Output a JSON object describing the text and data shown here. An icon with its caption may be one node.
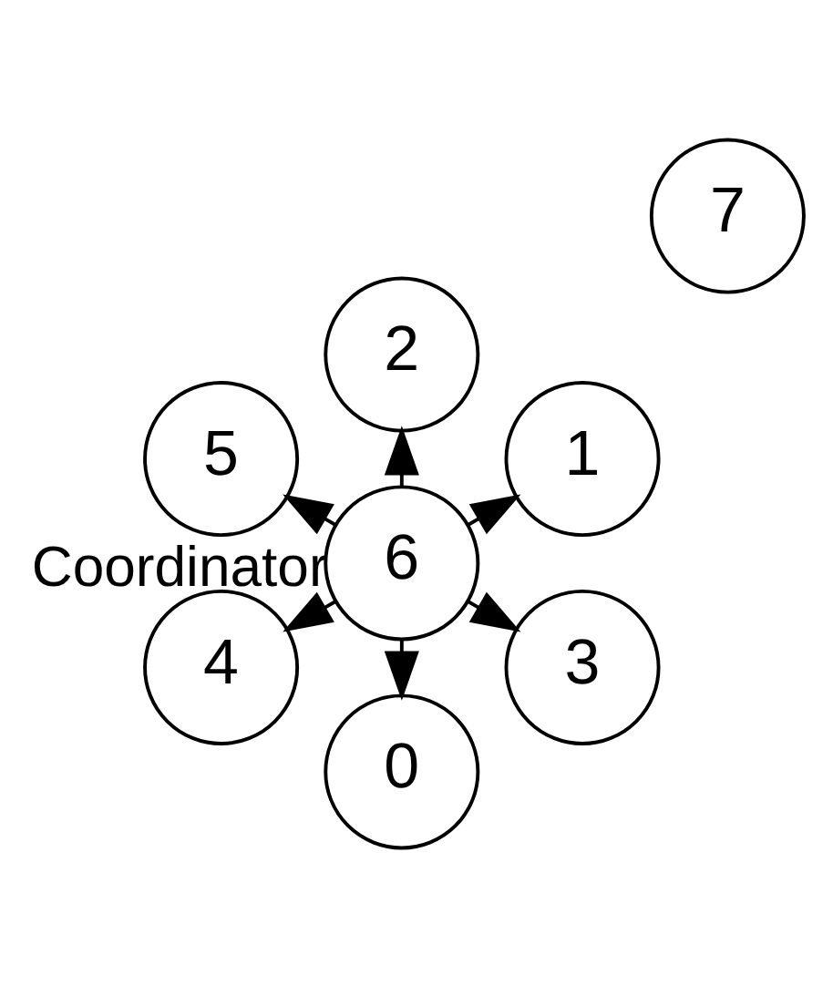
{
  "diagram": {
    "nodes": [
      {
        "text": [
          "1"
        ]
      },
      {
        "text": [
          "2"
        ]
      },
      {
        "text": [
          "5"
        ]
      },
      {
        "text": [
          "4"
        ]
      },
      {
        "text": [
          "6"
        ]
      },
      {
        "text": [
          "0"
        ]
      },
      {
        "text": [
          "3"
        ]
      },
      {
        "text": [
          "7"
        ]
      }
    ],
    "edges": [
      {
        "from": 4,
        "to": 0,
        "arrow": "to"
      },
      {
        "from": 4,
        "to": 1,
        "arrow": "to"
      },
      {
        "from": 4,
        "to": 2,
        "arrow": "to"
      },
      {
        "from": 4,
        "to": 3,
        "label": "Coordinator",
        "arrow": "to"
      },
      {
        "from": 4,
        "to": 5,
        "arrow": "to"
      },
      {
        "from": 4,
        "to": 6,
        "arrow": "to"
      }
    ]
  }
}
